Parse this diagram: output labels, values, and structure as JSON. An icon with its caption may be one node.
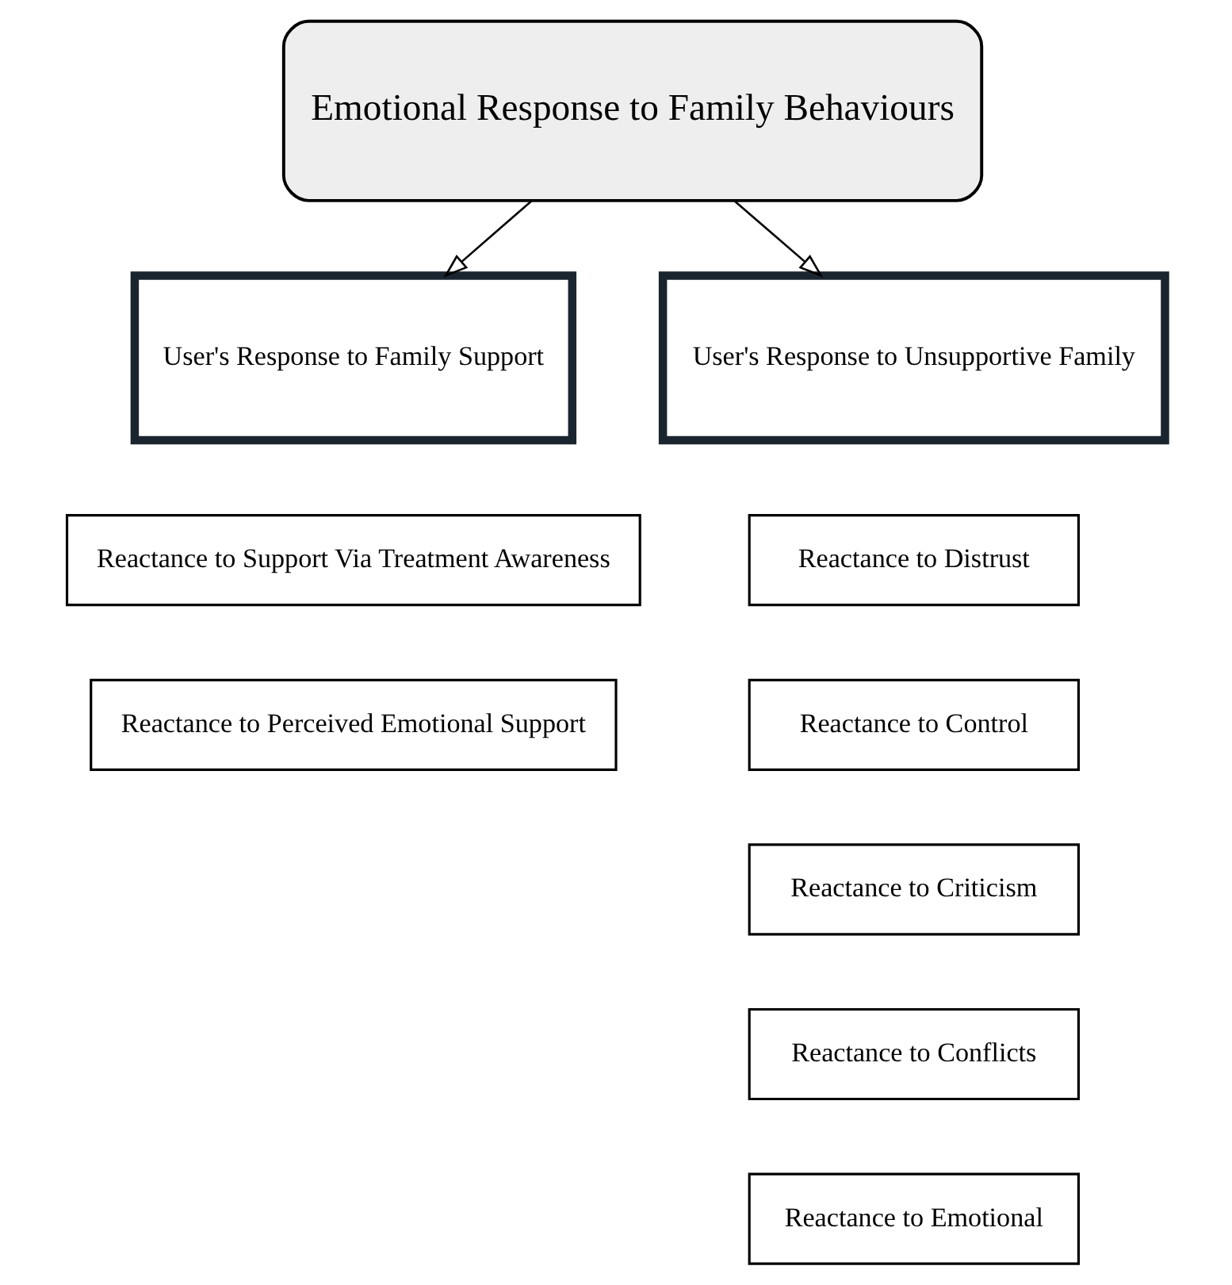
{
  "diagram": {
    "nodes": [
      {
        "text": [
          "Emotional Response to Family Behaviours"
        ]
      },
      {
        "text": [
          "User's Response to Family Support"
        ]
      },
      {
        "text": [
          "User's Response to Unsupportive Family"
        ]
      },
      {
        "text": [
          "Reactance to Support Via Treatment Awareness"
        ]
      },
      {
        "text": [
          "Reactance to Perceived Emotional Support"
        ]
      },
      {
        "text": [
          "Reactance to Distrust"
        ]
      },
      {
        "text": [
          "Reactance to Control"
        ]
      },
      {
        "text": [
          "Reactance to Criticism"
        ]
      },
      {
        "text": [
          "Reactance to Conflicts"
        ]
      },
      {
        "text": [
          "Reactance to Emotional"
        ]
      }
    ],
    "edges": [
      {
        "from": 0,
        "to": 1,
        "arrow": "to"
      },
      {
        "from": 0,
        "to": 2,
        "arrow": "to"
      }
    ]
  }
}
